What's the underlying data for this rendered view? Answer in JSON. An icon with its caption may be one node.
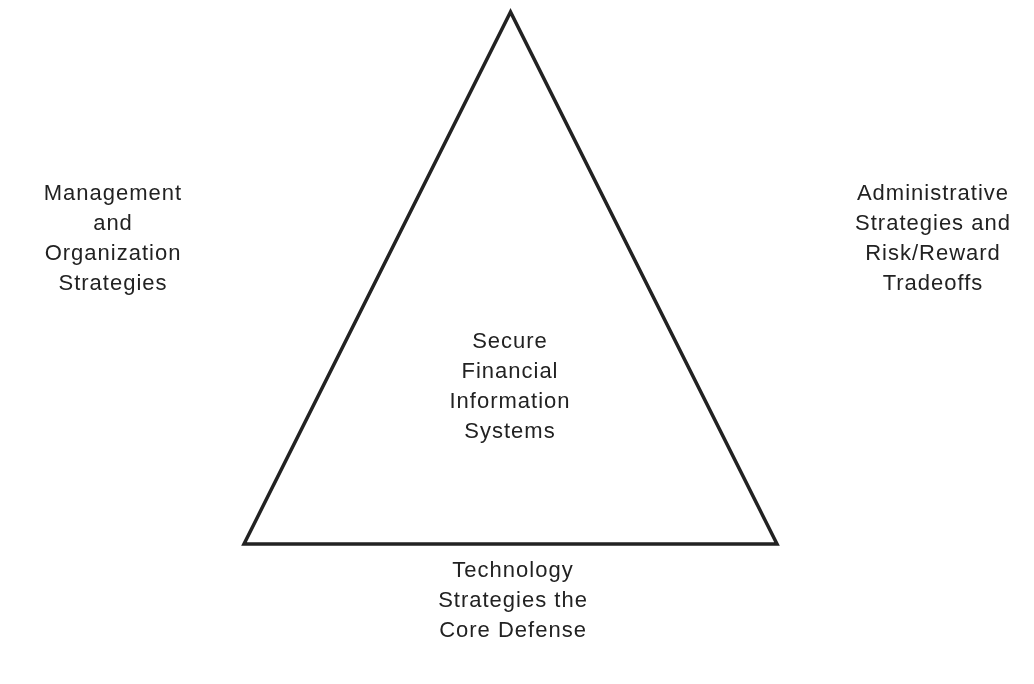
{
  "diagram": {
    "nodes": [
      {
        "text": [
          "Secure Financial Information Systems"
        ]
      }
    ],
    "labels": [
      "Management and Organization Strategies",
      "Administrative Strategies and Risk/Reward Tradeoffs",
      "Technology Strategies the Core Defense"
    ]
  }
}
